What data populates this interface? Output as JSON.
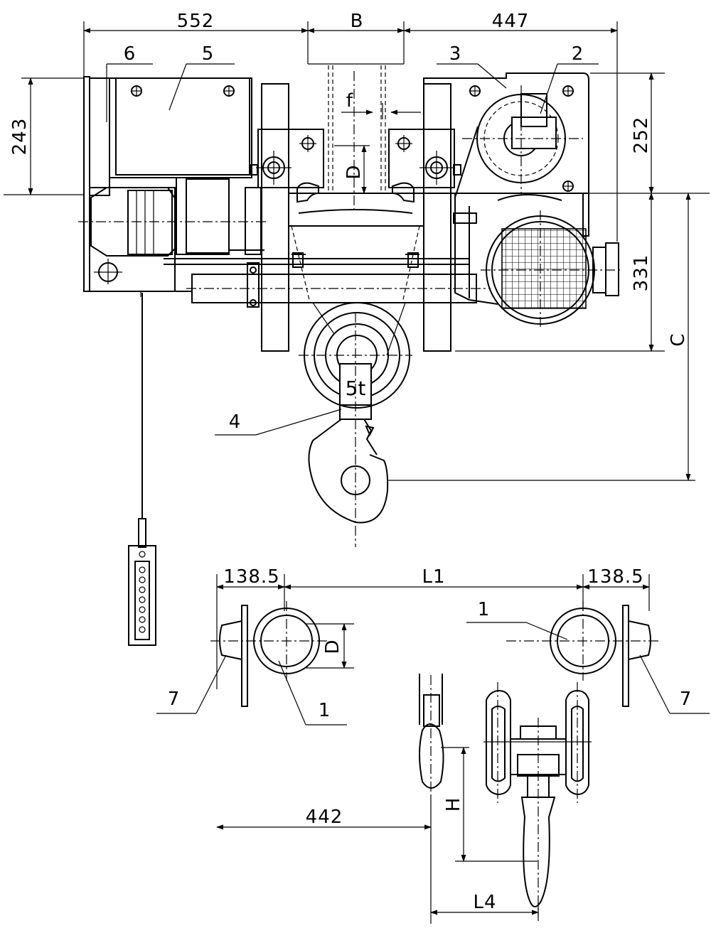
{
  "dimensions": {
    "left_width": "552",
    "beam_width": "B",
    "right_width": "447",
    "left_height": "243",
    "right_upper_height": "252",
    "right_lower_height": "331",
    "hook_height": "C",
    "f_label": "f",
    "d_label_top": "D",
    "left_offset": "138.5",
    "right_offset": "138.5",
    "span": "L1",
    "d_label_bottom": "D",
    "bottom_width": "442",
    "h_label": "H",
    "l4_label": "L4"
  },
  "callouts": {
    "c1_bottom_left": "1",
    "c1_right": "1",
    "c2": "2",
    "c3": "3",
    "c4": "4",
    "c5": "5",
    "c6": "6",
    "c7_left": "7",
    "c7_right": "7"
  },
  "hook_label": "5t"
}
